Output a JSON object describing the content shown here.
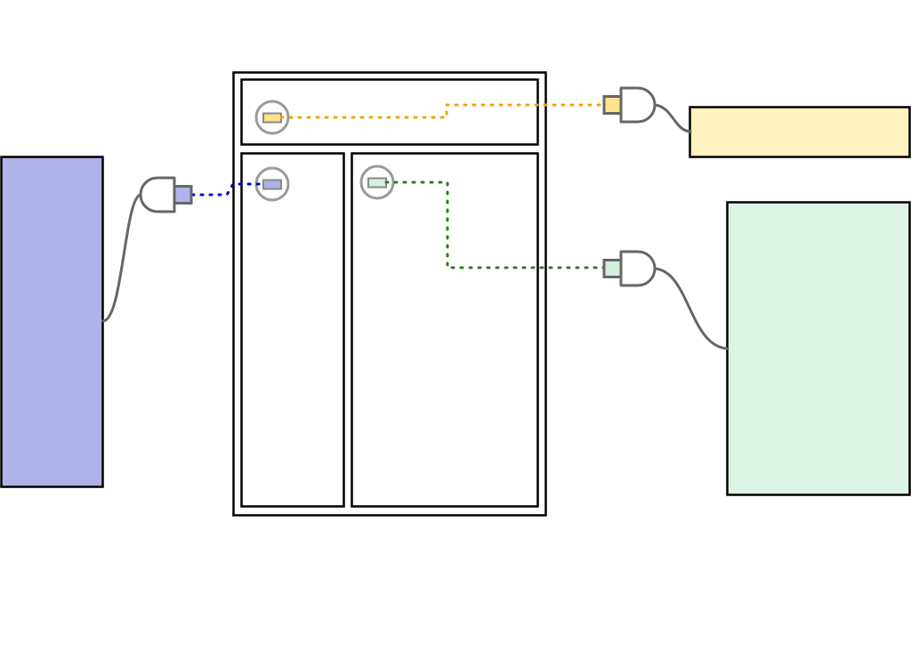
{
  "colors": {
    "frame_stroke": "#000000",
    "connector_stroke": "#666666",
    "socket_ring": "#9a9a9a",
    "purple_fill": "#b0b3ea",
    "yellow_fill": "#fff2bf",
    "yellow_plug": "#ffe289",
    "green_fill": "#dcf4e6",
    "green_plug": "#d5f0df",
    "purple_wire": "#0000cc",
    "yellow_wire": "#f5a300",
    "green_wire": "#2f7a1e"
  },
  "icons": {
    "plug": "plug-icon",
    "socket": "socket-icon"
  },
  "diagram": {
    "panels": [
      {
        "id": "top-panel",
        "socket_color": "yellow"
      },
      {
        "id": "left-panel",
        "socket_color": "purple"
      },
      {
        "id": "right-panel",
        "socket_color": "green"
      }
    ],
    "external_blocks": [
      {
        "id": "purple-block",
        "color": "purple"
      },
      {
        "id": "yellow-block",
        "color": "yellow"
      },
      {
        "id": "green-block",
        "color": "green"
      }
    ],
    "connections": [
      {
        "from": "left-panel",
        "to": "purple-block",
        "style": "dotted"
      },
      {
        "from": "top-panel",
        "to": "yellow-block",
        "style": "dotted"
      },
      {
        "from": "right-panel",
        "to": "green-block",
        "style": "dotted"
      }
    ]
  }
}
